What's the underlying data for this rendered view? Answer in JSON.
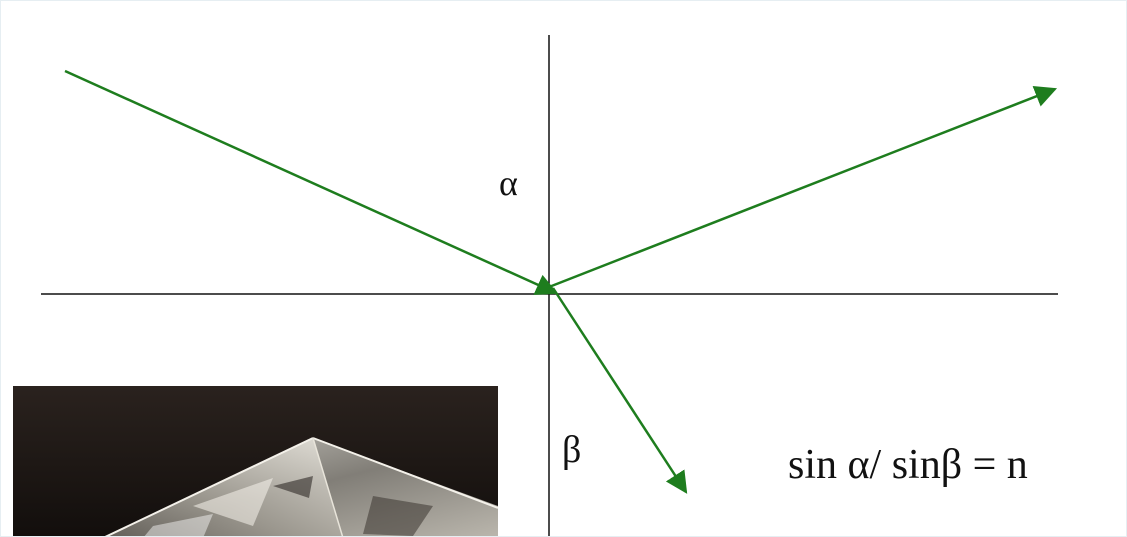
{
  "diagram": {
    "alpha_label": "α",
    "beta_label": "β",
    "formula": "sin α/ sinβ = n",
    "colors": {
      "ray": "#1e7d1e",
      "axis": "#111111",
      "background": "#ffffff"
    }
  },
  "photo": {
    "icon": "glass-prism-photo-icon"
  }
}
